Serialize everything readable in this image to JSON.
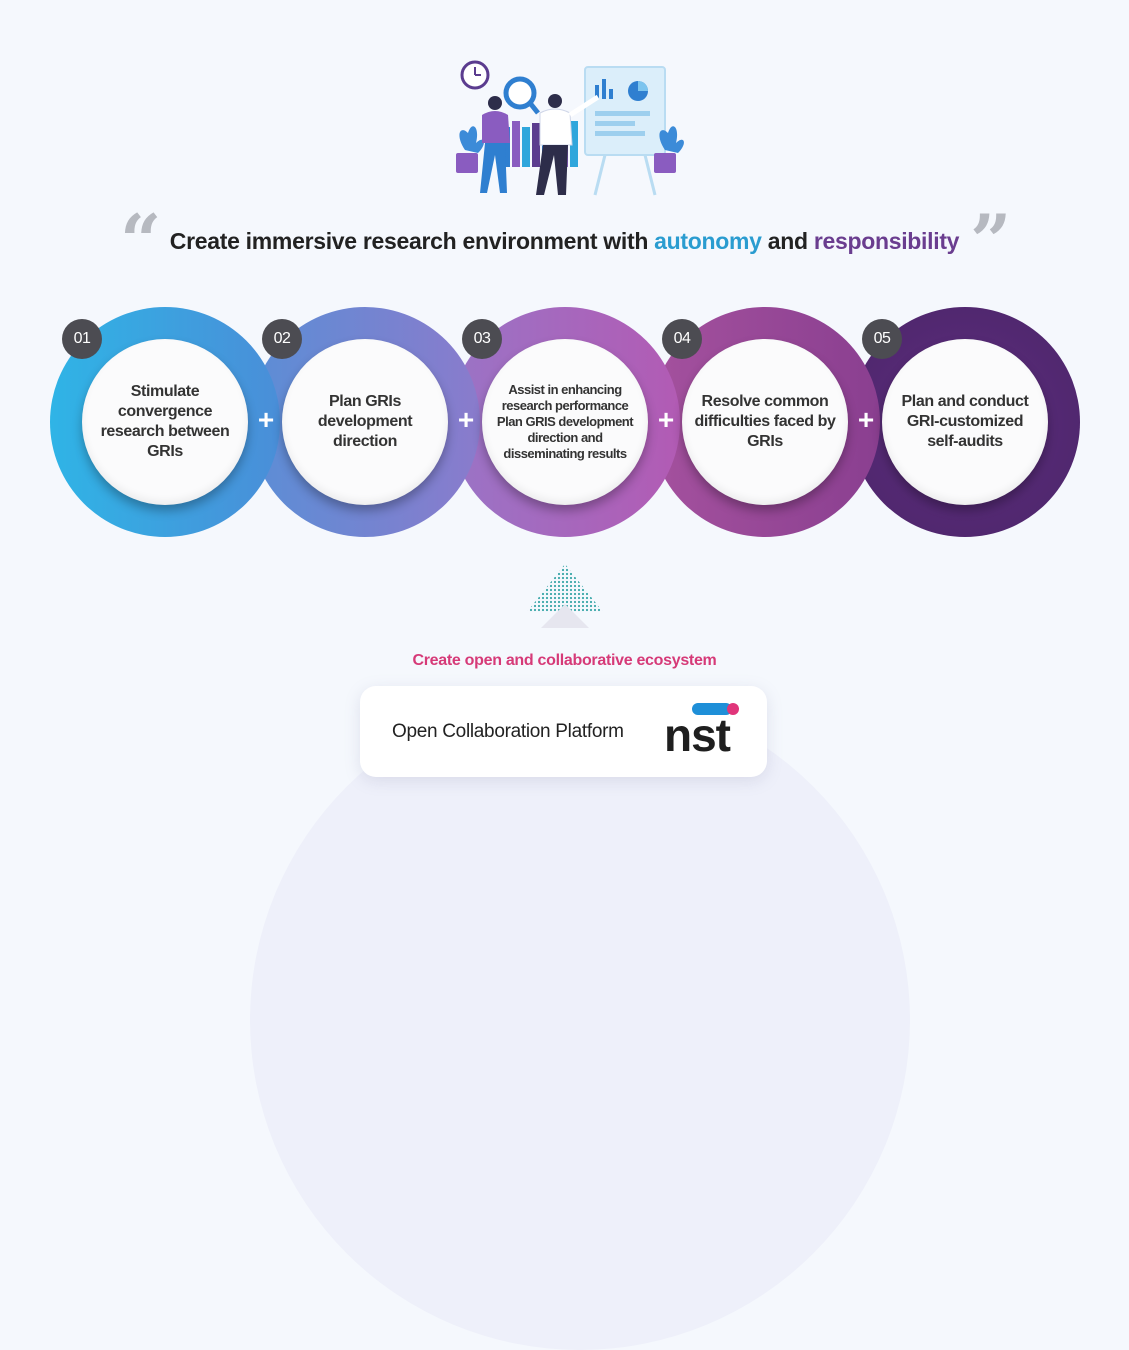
{
  "headline": {
    "part1": "Create immersive research environment with ",
    "highlight1": "autonomy",
    "part2": " and ",
    "highlight2": "responsibility"
  },
  "steps": [
    {
      "number": "01",
      "text": "Stimulate convergence research between GRIs"
    },
    {
      "number": "02",
      "text": "Plan GRIs development direction"
    },
    {
      "number": "03",
      "text": "Assist in enhancing research performance Plan GRIS development direction and disseminating results"
    },
    {
      "number": "04",
      "text": "Resolve common difficulties faced by GRIs"
    },
    {
      "number": "05",
      "text": "Plan and conduct GRI-customized self-audits"
    }
  ],
  "ecosystem": {
    "title": "Create open and collaborative ecosystem",
    "platform_label": "Open Collaboration Platform",
    "logo_text": "nst"
  },
  "colors": {
    "ring1": "#2fa6dc",
    "ring2": "#6d86cf",
    "ring3": "#9b6bc4",
    "ring4": "#a54fa8",
    "ring5": "#5a2e7a",
    "accent_blue": "#2a9cd0",
    "accent_purple": "#6a3d8f",
    "accent_pink": "#d63a78"
  }
}
